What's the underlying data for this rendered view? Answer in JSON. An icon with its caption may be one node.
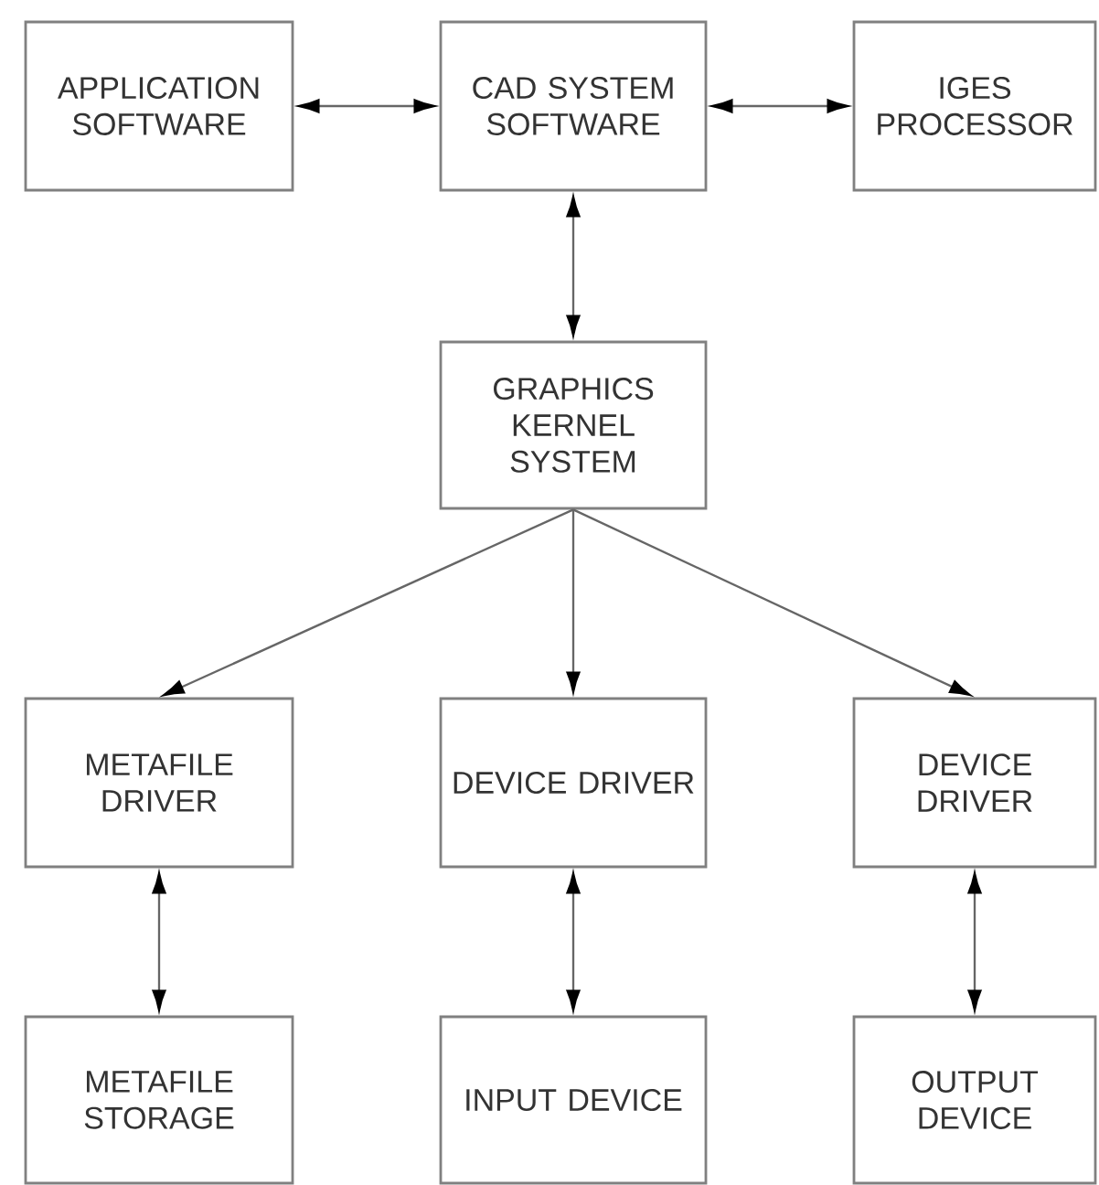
{
  "diagram": {
    "nodes": [
      {
        "text": [
          "APPLICATION SOFTWARE"
        ]
      },
      {
        "text": [
          "CAD SYSTEM SOFTWARE"
        ]
      },
      {
        "text": [
          "IGES PROCESSOR"
        ]
      },
      {
        "text": [
          "GRAPHICS KERNEL SYSTEM"
        ]
      },
      {
        "text": [
          "METAFILE DRIVER"
        ]
      },
      {
        "text": [
          "DEVICE DRIVER"
        ]
      },
      {
        "text": [
          "DEVICE DRIVER"
        ]
      },
      {
        "text": [
          "METAFILE STORAGE"
        ]
      },
      {
        "text": [
          "INPUT DEVICE"
        ]
      },
      {
        "text": [
          "OUTPUT DEVICE"
        ]
      }
    ],
    "edges": [
      {
        "from": 0,
        "to": 1,
        "arrow": "both"
      },
      {
        "from": 1,
        "to": 2,
        "arrow": "both"
      },
      {
        "from": 1,
        "to": 3,
        "arrow": "both"
      },
      {
        "from": 3,
        "to": 4,
        "arrow": "to"
      },
      {
        "from": 3,
        "to": 5,
        "arrow": "to"
      },
      {
        "from": 3,
        "to": 6,
        "arrow": "to"
      },
      {
        "from": 4,
        "to": 7,
        "arrow": "both"
      },
      {
        "from": 5,
        "to": 8,
        "arrow": "both"
      },
      {
        "from": 6,
        "to": 9,
        "arrow": "both"
      }
    ]
  }
}
